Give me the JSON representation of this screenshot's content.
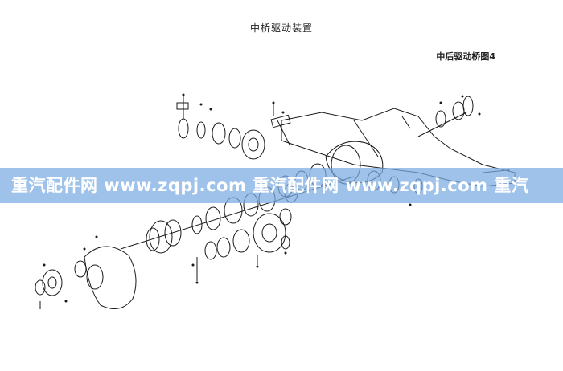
{
  "title": "中桥驱动装置",
  "figure_label": "中后驱动桥图4",
  "watermark": {
    "text": "重汽配件网  www.zqpj.com  重汽配件网  www.zqpj.com  重汽",
    "color": "#78aae1"
  },
  "colors": {
    "ink": "#1a1a1a",
    "background": "#ffffff"
  }
}
